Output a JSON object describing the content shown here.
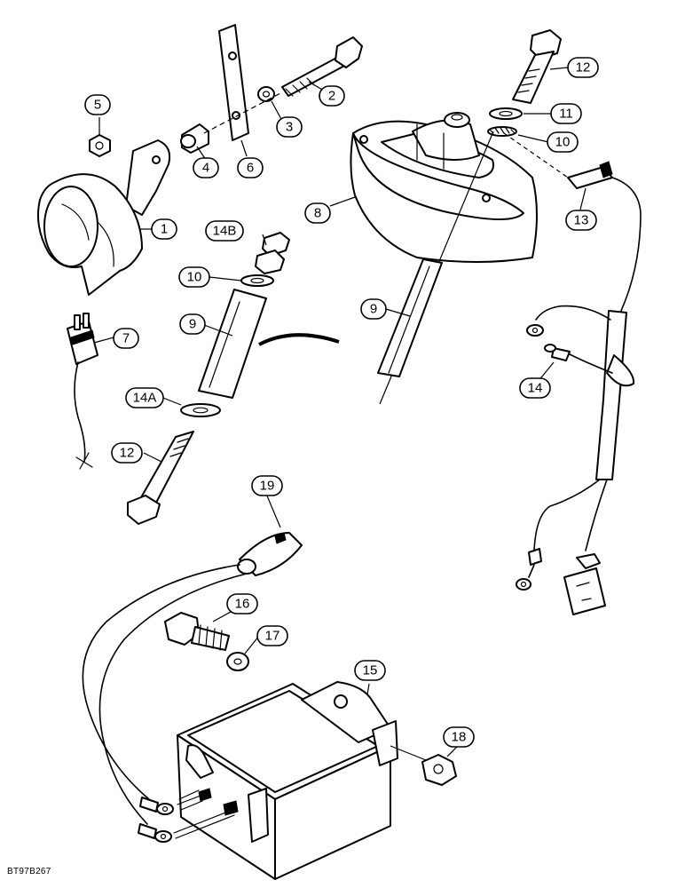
{
  "callouts": [
    {
      "id": "c1",
      "label": "1"
    },
    {
      "id": "c2",
      "label": "2"
    },
    {
      "id": "c3",
      "label": "3"
    },
    {
      "id": "c4",
      "label": "4"
    },
    {
      "id": "c5",
      "label": "5"
    },
    {
      "id": "c6",
      "label": "6"
    },
    {
      "id": "c7",
      "label": "7"
    },
    {
      "id": "c8",
      "label": "8"
    },
    {
      "id": "c9a",
      "label": "9"
    },
    {
      "id": "c9b",
      "label": "9"
    },
    {
      "id": "c10a",
      "label": "10"
    },
    {
      "id": "c10b",
      "label": "10"
    },
    {
      "id": "c11",
      "label": "11"
    },
    {
      "id": "c12a",
      "label": "12"
    },
    {
      "id": "c12b",
      "label": "12"
    },
    {
      "id": "c13",
      "label": "13"
    },
    {
      "id": "c14",
      "label": "14"
    },
    {
      "id": "c14a",
      "label": "14A"
    },
    {
      "id": "c14b",
      "label": "14B"
    },
    {
      "id": "c15",
      "label": "15"
    },
    {
      "id": "c16",
      "label": "16"
    },
    {
      "id": "c17",
      "label": "17"
    },
    {
      "id": "c18",
      "label": "18"
    },
    {
      "id": "c19",
      "label": "19"
    }
  ],
  "figure_code": "BT97B267",
  "colors": {
    "ink": "#000000",
    "paper": "#ffffff"
  }
}
